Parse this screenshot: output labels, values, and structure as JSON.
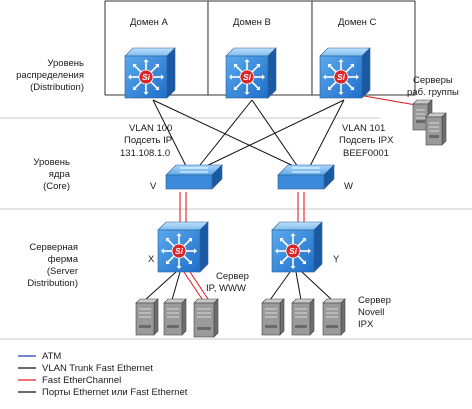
{
  "domains": [
    {
      "label": "Домен А"
    },
    {
      "label": "Домен В"
    },
    {
      "label": "Домен С"
    }
  ],
  "levels": {
    "distribution": [
      "Уровень",
      "распределения",
      "(Distribution)"
    ],
    "core": [
      "Уровень",
      "ядра",
      "(Core)"
    ],
    "server": [
      "Серверная",
      "ферма",
      "(Server",
      "Distribution)"
    ]
  },
  "vlans": {
    "left": [
      "VLAN 100",
      "Подсеть IP",
      "131.108.1.0"
    ],
    "right": [
      "VLAN 101",
      "Подсеть IPX",
      "BEEF0001"
    ]
  },
  "core_switches": {
    "left_tag": "V",
    "right_tag": "W"
  },
  "server_switches": {
    "left_tag": "X",
    "right_tag": "Y"
  },
  "workgroup_servers": [
    "Серверы",
    "раб. группы"
  ],
  "ip_server": [
    "Сервер",
    "IP, WWW"
  ],
  "novell_server": [
    "Сервер",
    "Novell",
    "IPX"
  ],
  "router_symbol": "Si",
  "legend": [
    {
      "label": "ATM",
      "color": "#1f3fbf"
    },
    {
      "label": "VLAN Trunk Fast Ethernet",
      "color": "#111111"
    },
    {
      "label": "Fast EtherChannel",
      "color": "#e0202a"
    },
    {
      "label": "Порты Ethernet или Fast Ethernet",
      "color": "#111111"
    }
  ]
}
